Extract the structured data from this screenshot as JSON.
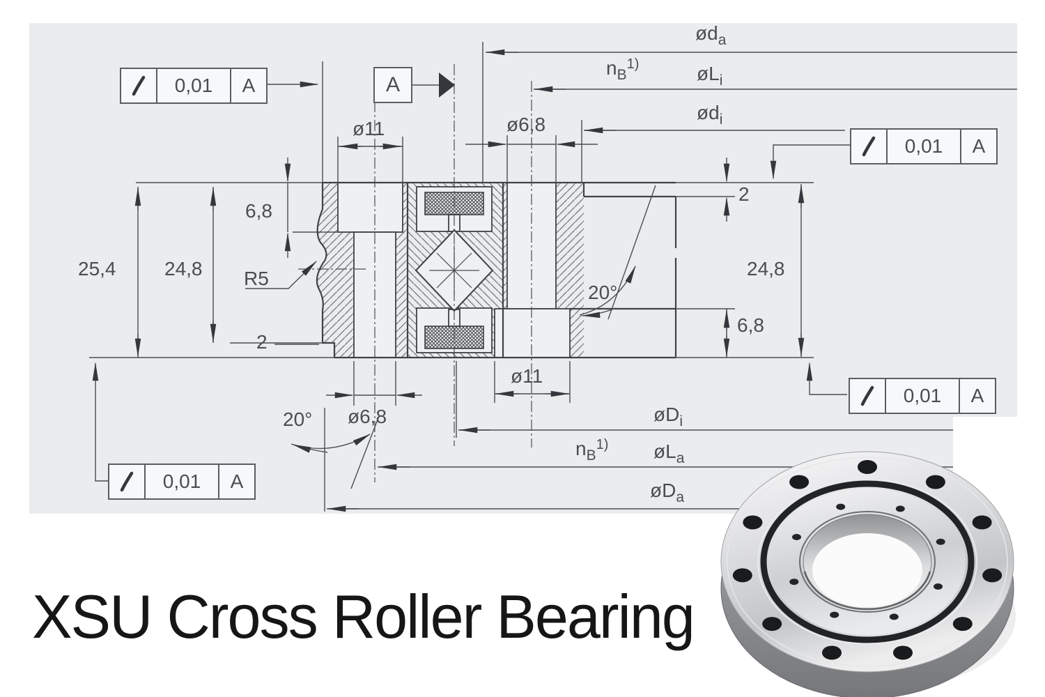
{
  "title": {
    "text": "XSU Cross Roller Bearing"
  },
  "colors": {
    "panel_bg": "#ebecee",
    "line": "#4a4d52",
    "edge": "#3f4246",
    "arrow": "#34373b",
    "title_text": "#161616"
  },
  "tolerance_frame": {
    "symbol_icon": "runout-slash-icon",
    "value": "0,01",
    "datum": "A"
  },
  "datum": {
    "label": "A"
  },
  "dims": {
    "d_outer_top": {
      "base": "ød",
      "sub": "a"
    },
    "bolt_circle": {
      "base": "n",
      "sub": "B",
      "sup": "1)"
    },
    "L_inner": {
      "base": "øL",
      "sub": "i"
    },
    "d_inner": {
      "base": "ød",
      "sub": "i"
    },
    "D_inner": {
      "base": "øD",
      "sub": "i"
    },
    "L_outer": {
      "base": "øL",
      "sub": "a"
    },
    "D_outer": {
      "base": "øD",
      "sub": "a"
    },
    "dia11": "ø11",
    "dia68": "ø6,8",
    "h254": "25,4",
    "h248": "24,8",
    "h68": "6,8",
    "r5": "R5",
    "step2": "2",
    "angle20": "20°"
  },
  "photo": {
    "alt_name": "xsu-bearing-photo"
  }
}
